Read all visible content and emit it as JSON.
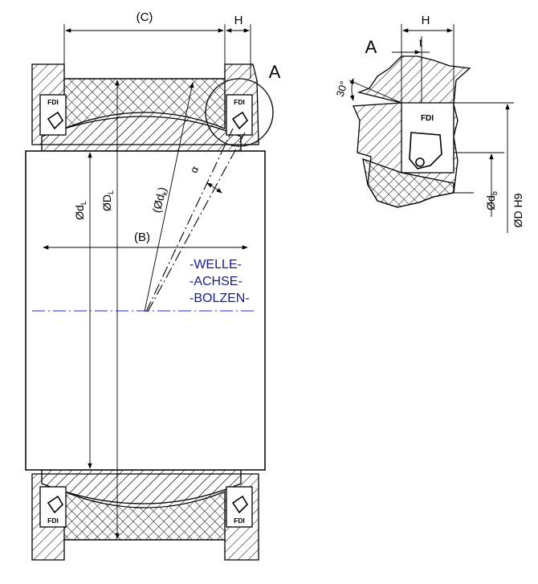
{
  "drawing": {
    "dims": {
      "c": "(C)",
      "h_main": "H",
      "h_detail": "H",
      "t": "t",
      "d_l": "Ød",
      "d_l_sub": "L",
      "D_l": "ØD",
      "D_l_sub": "L",
      "d_k": "(Ød",
      "d_k_sub": "k",
      "d_k_close": ")",
      "alpha": "α",
      "b": "(B)",
      "d_b": "Ød",
      "d_b_sub": "b",
      "D_h9": "ØD H9",
      "angle_30": "30°"
    },
    "labels": {
      "view_a": "A",
      "detail_a": "A",
      "seal_tag": "FDI"
    },
    "shaft_text": [
      "-WELLE-",
      "-ACHSE-",
      "-BOLZEN-"
    ],
    "colors": {
      "line": "#000000",
      "shaft_text": "#1a1a8c",
      "center_line": "#2222cc"
    }
  }
}
